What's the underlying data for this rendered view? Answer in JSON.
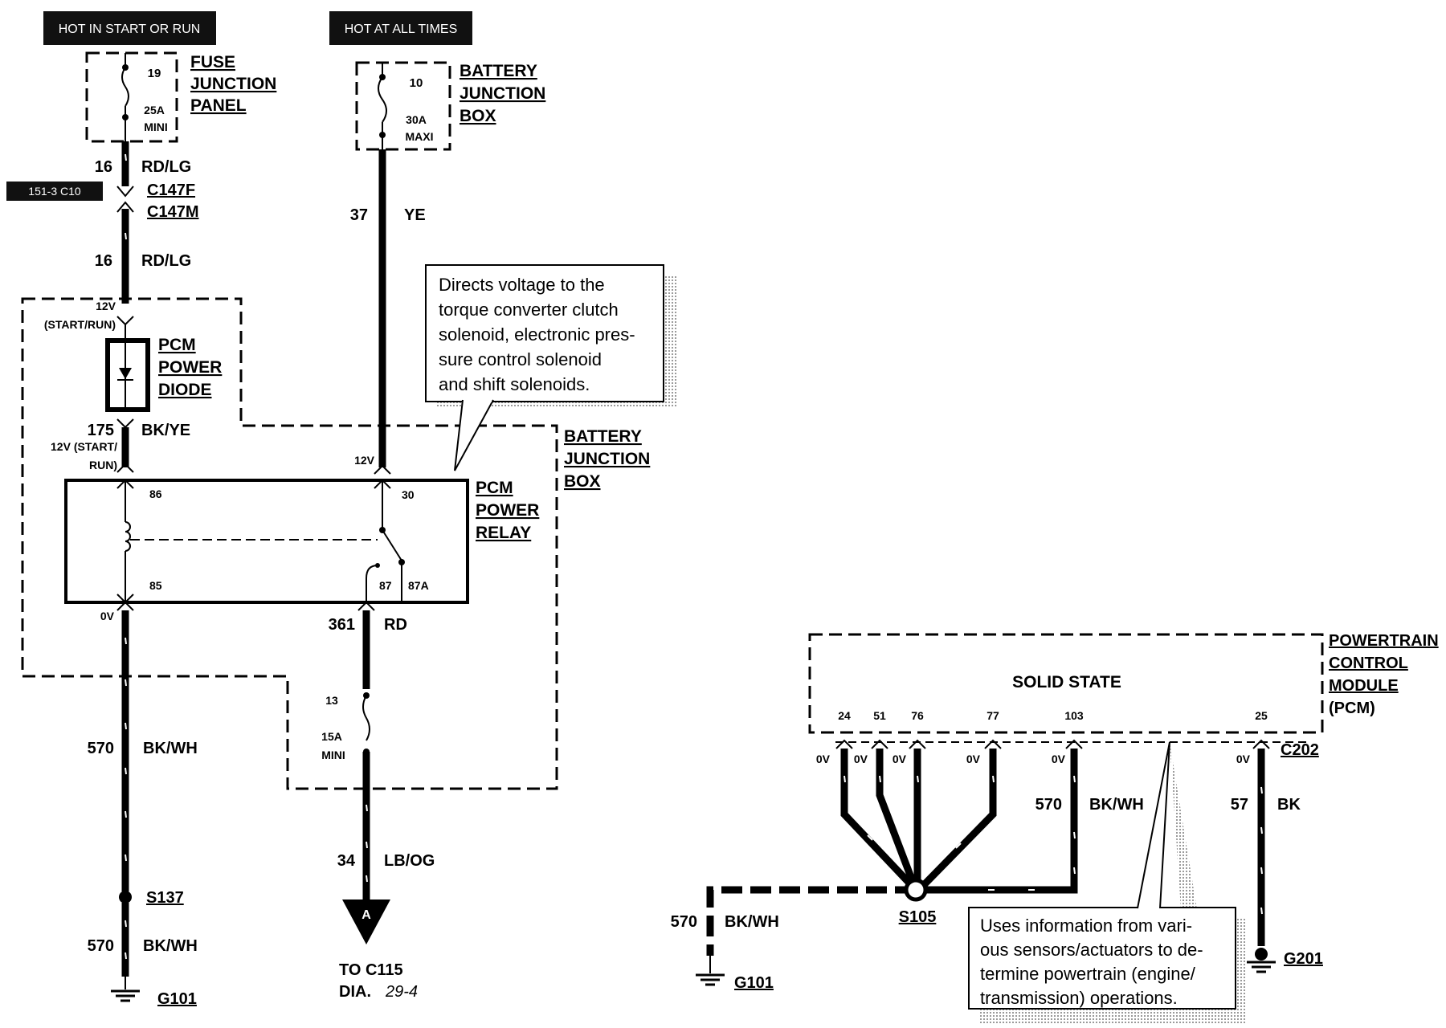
{
  "sources": {
    "hot_start_run": "HOT IN START OR RUN",
    "hot_all_times": "HOT AT ALL TIMES",
    "page_ref": "151-3 C10"
  },
  "fuse19": {
    "number": "19",
    "rating": "25A",
    "type": "MINI"
  },
  "fjp": {
    "l1": "FUSE",
    "l2": "JUNCTION",
    "l3": "PANEL"
  },
  "fuse10": {
    "number": "10",
    "rating": "30A",
    "type": "MAXI"
  },
  "bjb_top": {
    "l1": "BATTERY",
    "l2": "JUNCTION",
    "l3": "BOX"
  },
  "wire16_top": {
    "circuit": "16",
    "color": "RD/LG"
  },
  "c147f": "C147F",
  "c147m": "C147M",
  "wire16_bot": {
    "circuit": "16",
    "color": "RD/LG"
  },
  "wire37": {
    "circuit": "37",
    "color": "YE"
  },
  "diode": {
    "v1": "12V",
    "v2": "(START/RUN)",
    "l1": "PCM",
    "l2": "POWER",
    "l3": "DIODE"
  },
  "wire175": {
    "circuit": "175",
    "color": "BK/YE"
  },
  "v12_start": "12V (START/",
  "v12_run": "RUN)",
  "v12_right": "12V",
  "note1": {
    "l1": "Directs voltage to the",
    "l2": "torque converter clutch",
    "l3": "solenoid, electronic pres-",
    "l4": "sure control solenoid",
    "l5": "and shift solenoids."
  },
  "bjb_mid": {
    "l1": "BATTERY",
    "l2": "JUNCTION",
    "l3": "BOX"
  },
  "relay": {
    "l1": "PCM",
    "l2": "POWER",
    "l3": "RELAY",
    "pin86": "86",
    "pin85": "85",
    "pin30": "30",
    "pin87": "87",
    "pin87a": "87A"
  },
  "v0_left": "0V",
  "wire361": {
    "circuit": "361",
    "color": "RD"
  },
  "fuse13": {
    "number": "13",
    "rating": "15A",
    "type": "MINI"
  },
  "wire570_a": {
    "circuit": "570",
    "color": "BK/WH"
  },
  "s137": "S137",
  "wire570_b": {
    "circuit": "570",
    "color": "BK/WH"
  },
  "g101_left": "G101",
  "wire34": {
    "circuit": "34",
    "color": "LB/OG"
  },
  "conn_a": "A",
  "to_c115": "TO C115",
  "dia": "DIA.",
  "dia_num": "29-4",
  "pcm": {
    "inner": "SOLID STATE",
    "l1": "POWERTRAIN",
    "l2": "CONTROL",
    "l3": "MODULE",
    "l4": "(PCM)",
    "pins": [
      "24",
      "51",
      "76",
      "77",
      "103",
      "25"
    ],
    "volts": [
      "0V",
      "0V",
      "0V",
      "0V",
      "0V",
      "0V"
    ]
  },
  "c202": "C202",
  "wire570_c": {
    "circuit": "570",
    "color": "BK/WH"
  },
  "wire57": {
    "circuit": "57",
    "color": "BK"
  },
  "s105": "S105",
  "wire570_d": {
    "circuit": "570",
    "color": "BK/WH"
  },
  "g101_right": "G101",
  "g201": "G201",
  "note2": {
    "l1": "Uses information from vari-",
    "l2": "ous sensors/actuators to de-",
    "l3": "termine powertrain (engine/",
    "l4": "transmission) operations."
  }
}
